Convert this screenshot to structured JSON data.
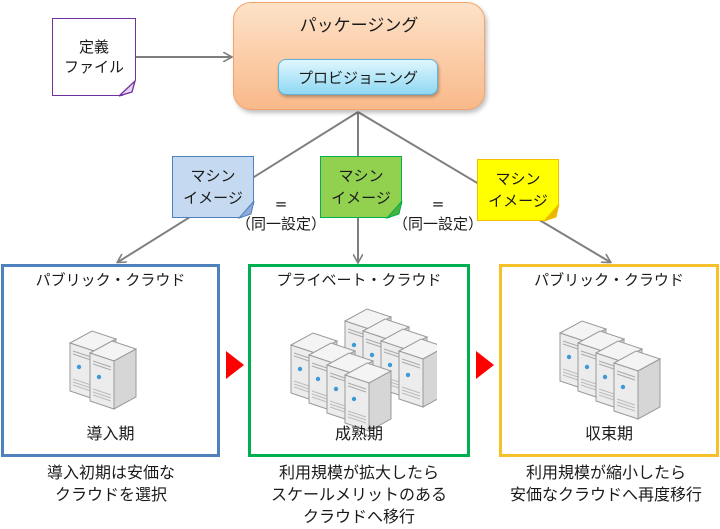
{
  "definition_file": {
    "line1": "定義",
    "line2": "ファイル",
    "border_color": "#7030a0"
  },
  "packaging": {
    "title": "パッケージング",
    "provisioning_label": "プロビジョニング",
    "fill_color": "#f9b98a",
    "provisioning_color": "#8fd8f3"
  },
  "machine_images": [
    {
      "line1": "マシン",
      "line2": "イメージ",
      "color": "#c5d9f1"
    },
    {
      "line1": "マシン",
      "line2": "イメージ",
      "color": "#92d050"
    },
    {
      "line1": "マシン",
      "line2": "イメージ",
      "color": "#ffff00"
    }
  ],
  "equivalence": [
    {
      "symbol": "=",
      "label": "（同一設定）"
    },
    {
      "symbol": "=",
      "label": "（同一設定）"
    }
  ],
  "stages": [
    {
      "cloud": "パブリック・クラウド",
      "phase": "導入期",
      "servers": 2,
      "border_color": "#4f81bd",
      "caption": [
        "導入初期は安価な",
        "クラウドを選択"
      ]
    },
    {
      "cloud": "プライベート・クラウド",
      "phase": "成熟期",
      "servers": 8,
      "border_color": "#00b050",
      "caption": [
        "利用規模が拡大したら",
        "スケールメリットのある",
        "クラウドへ移行"
      ]
    },
    {
      "cloud": "パブリック・クラウド",
      "phase": "収束期",
      "servers": 4,
      "border_color": "#f5c02a",
      "caption": [
        "利用規模が縮小したら",
        "安価なクラウドへ再度移行"
      ]
    }
  ],
  "flow_arrow_color": "#ff0000"
}
